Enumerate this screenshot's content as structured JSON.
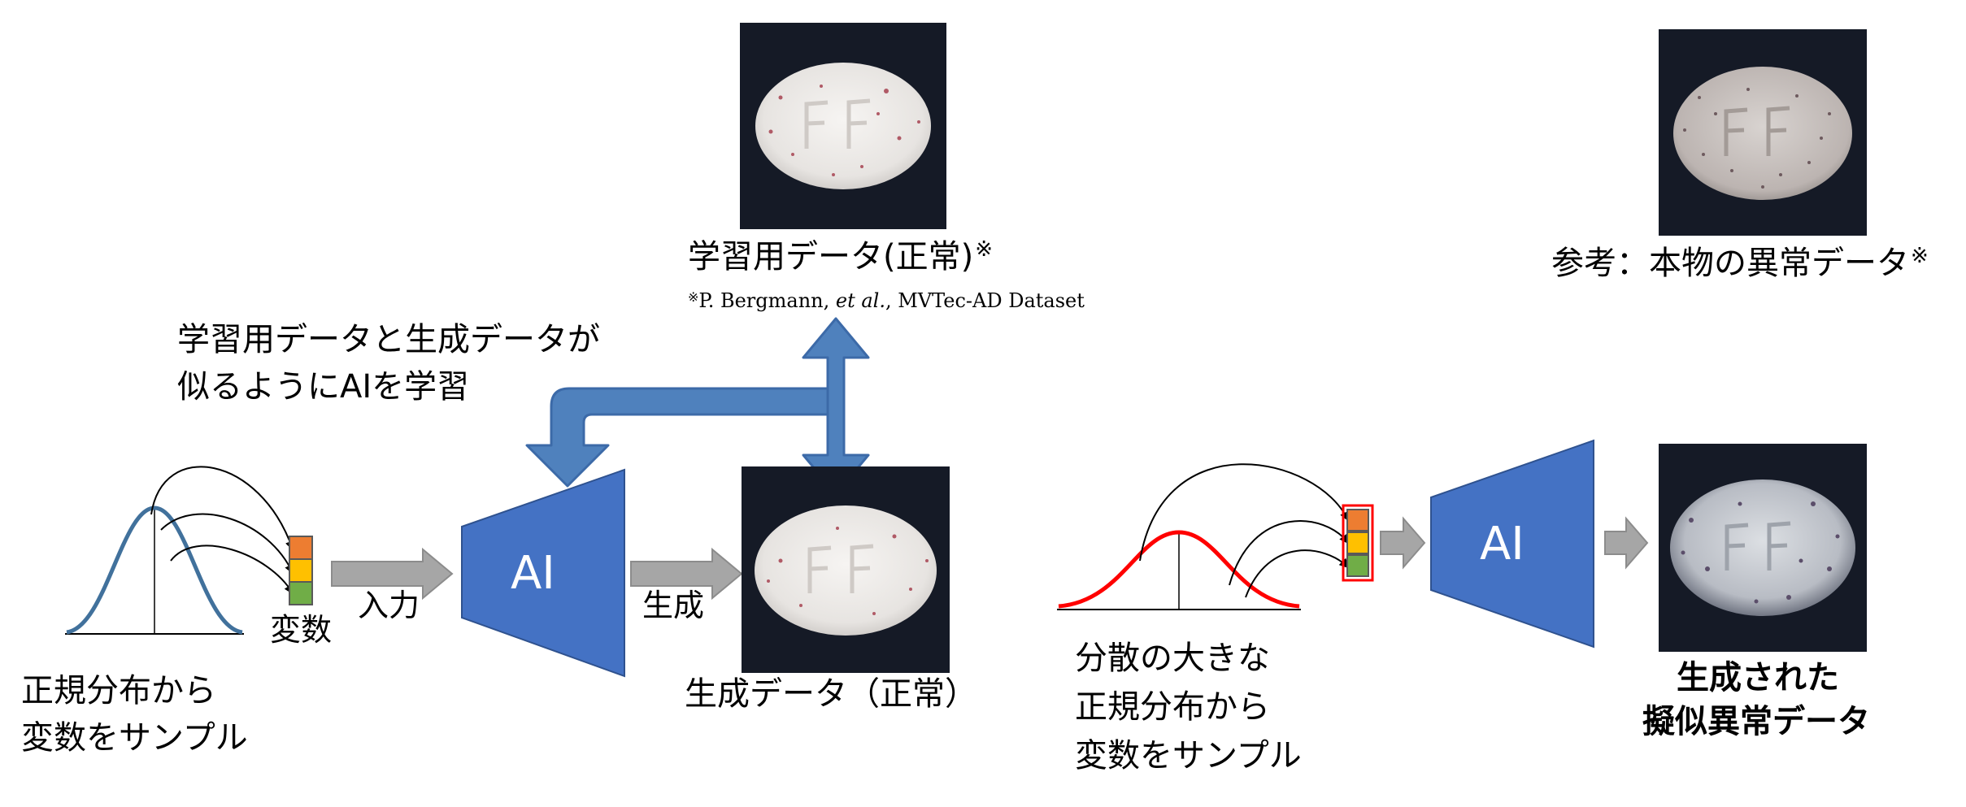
{
  "colors": {
    "ai_block": "#4472c4",
    "arrow_gray": "#a6a6a6",
    "curve_blue": "#41719c",
    "curve_red": "#ff0000",
    "var_orange": "#ed7d31",
    "var_yellow": "#ffc000",
    "var_green": "#70ad47",
    "image_bg": "#151a26"
  },
  "training": {
    "data_label": "学習用データ(正常)",
    "data_label_mark": "※",
    "citation_mark": "※",
    "citation_author": "P. Bergmann, ",
    "citation_etal": "et al.",
    "citation_rest": ", MVTec-AD Dataset",
    "train_caption_line1": "学習用データと生成データが",
    "train_caption_line2": "似るようにAIを学習",
    "ai_label": "AI",
    "variable_label": "変数",
    "input_label": "入力",
    "generate_label": "生成",
    "generated_label": "生成データ（正常）",
    "sample_line1": "正規分布から",
    "sample_line2": "変数をサンプル"
  },
  "anomaly": {
    "reference_label": "参考：本物の異常データ",
    "reference_mark": "※",
    "wide_line1": "分散の大きな",
    "wide_line2": "正規分布から",
    "wide_line3": "変数をサンプル",
    "ai_label": "AI",
    "result_line1": "生成された",
    "result_line2": "擬似異常データ"
  }
}
